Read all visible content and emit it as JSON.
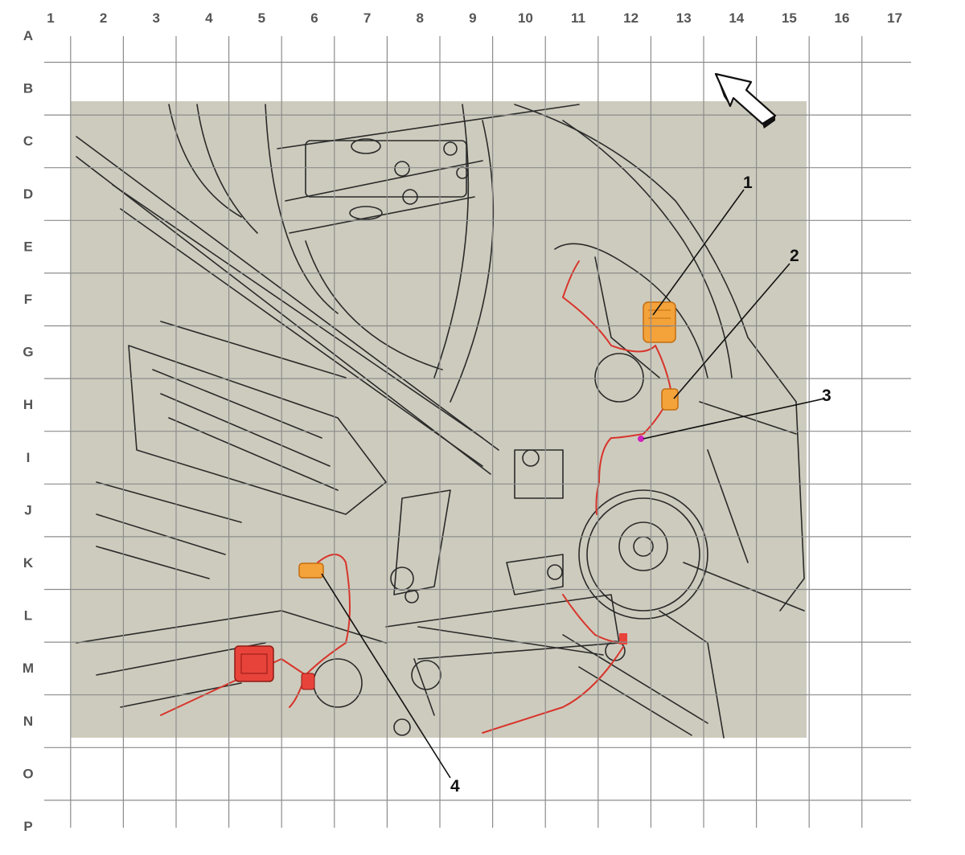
{
  "grid": {
    "columns": [
      "1",
      "2",
      "3",
      "4",
      "5",
      "6",
      "7",
      "8",
      "9",
      "10",
      "11",
      "12",
      "13",
      "14",
      "15",
      "16",
      "17"
    ],
    "rows": [
      "A",
      "B",
      "C",
      "D",
      "E",
      "F",
      "G",
      "H",
      "I",
      "J",
      "K",
      "L",
      "M",
      "N",
      "O",
      "P"
    ]
  },
  "callouts": [
    {
      "id": "callout-1",
      "label": "1"
    },
    {
      "id": "callout-2",
      "label": "2"
    },
    {
      "id": "callout-3",
      "label": "3"
    },
    {
      "id": "callout-4",
      "label": "4"
    }
  ],
  "colors": {
    "drawing_background": "#cdcbbd",
    "grid_line": "#8c8c8c",
    "line_art": "#2a2a2a",
    "harness": "#d8342b",
    "component_orange": "#f4a23a",
    "connector_magenta": "#d020c0"
  },
  "icons": {
    "orientation_arrow": "arrow-icon"
  }
}
